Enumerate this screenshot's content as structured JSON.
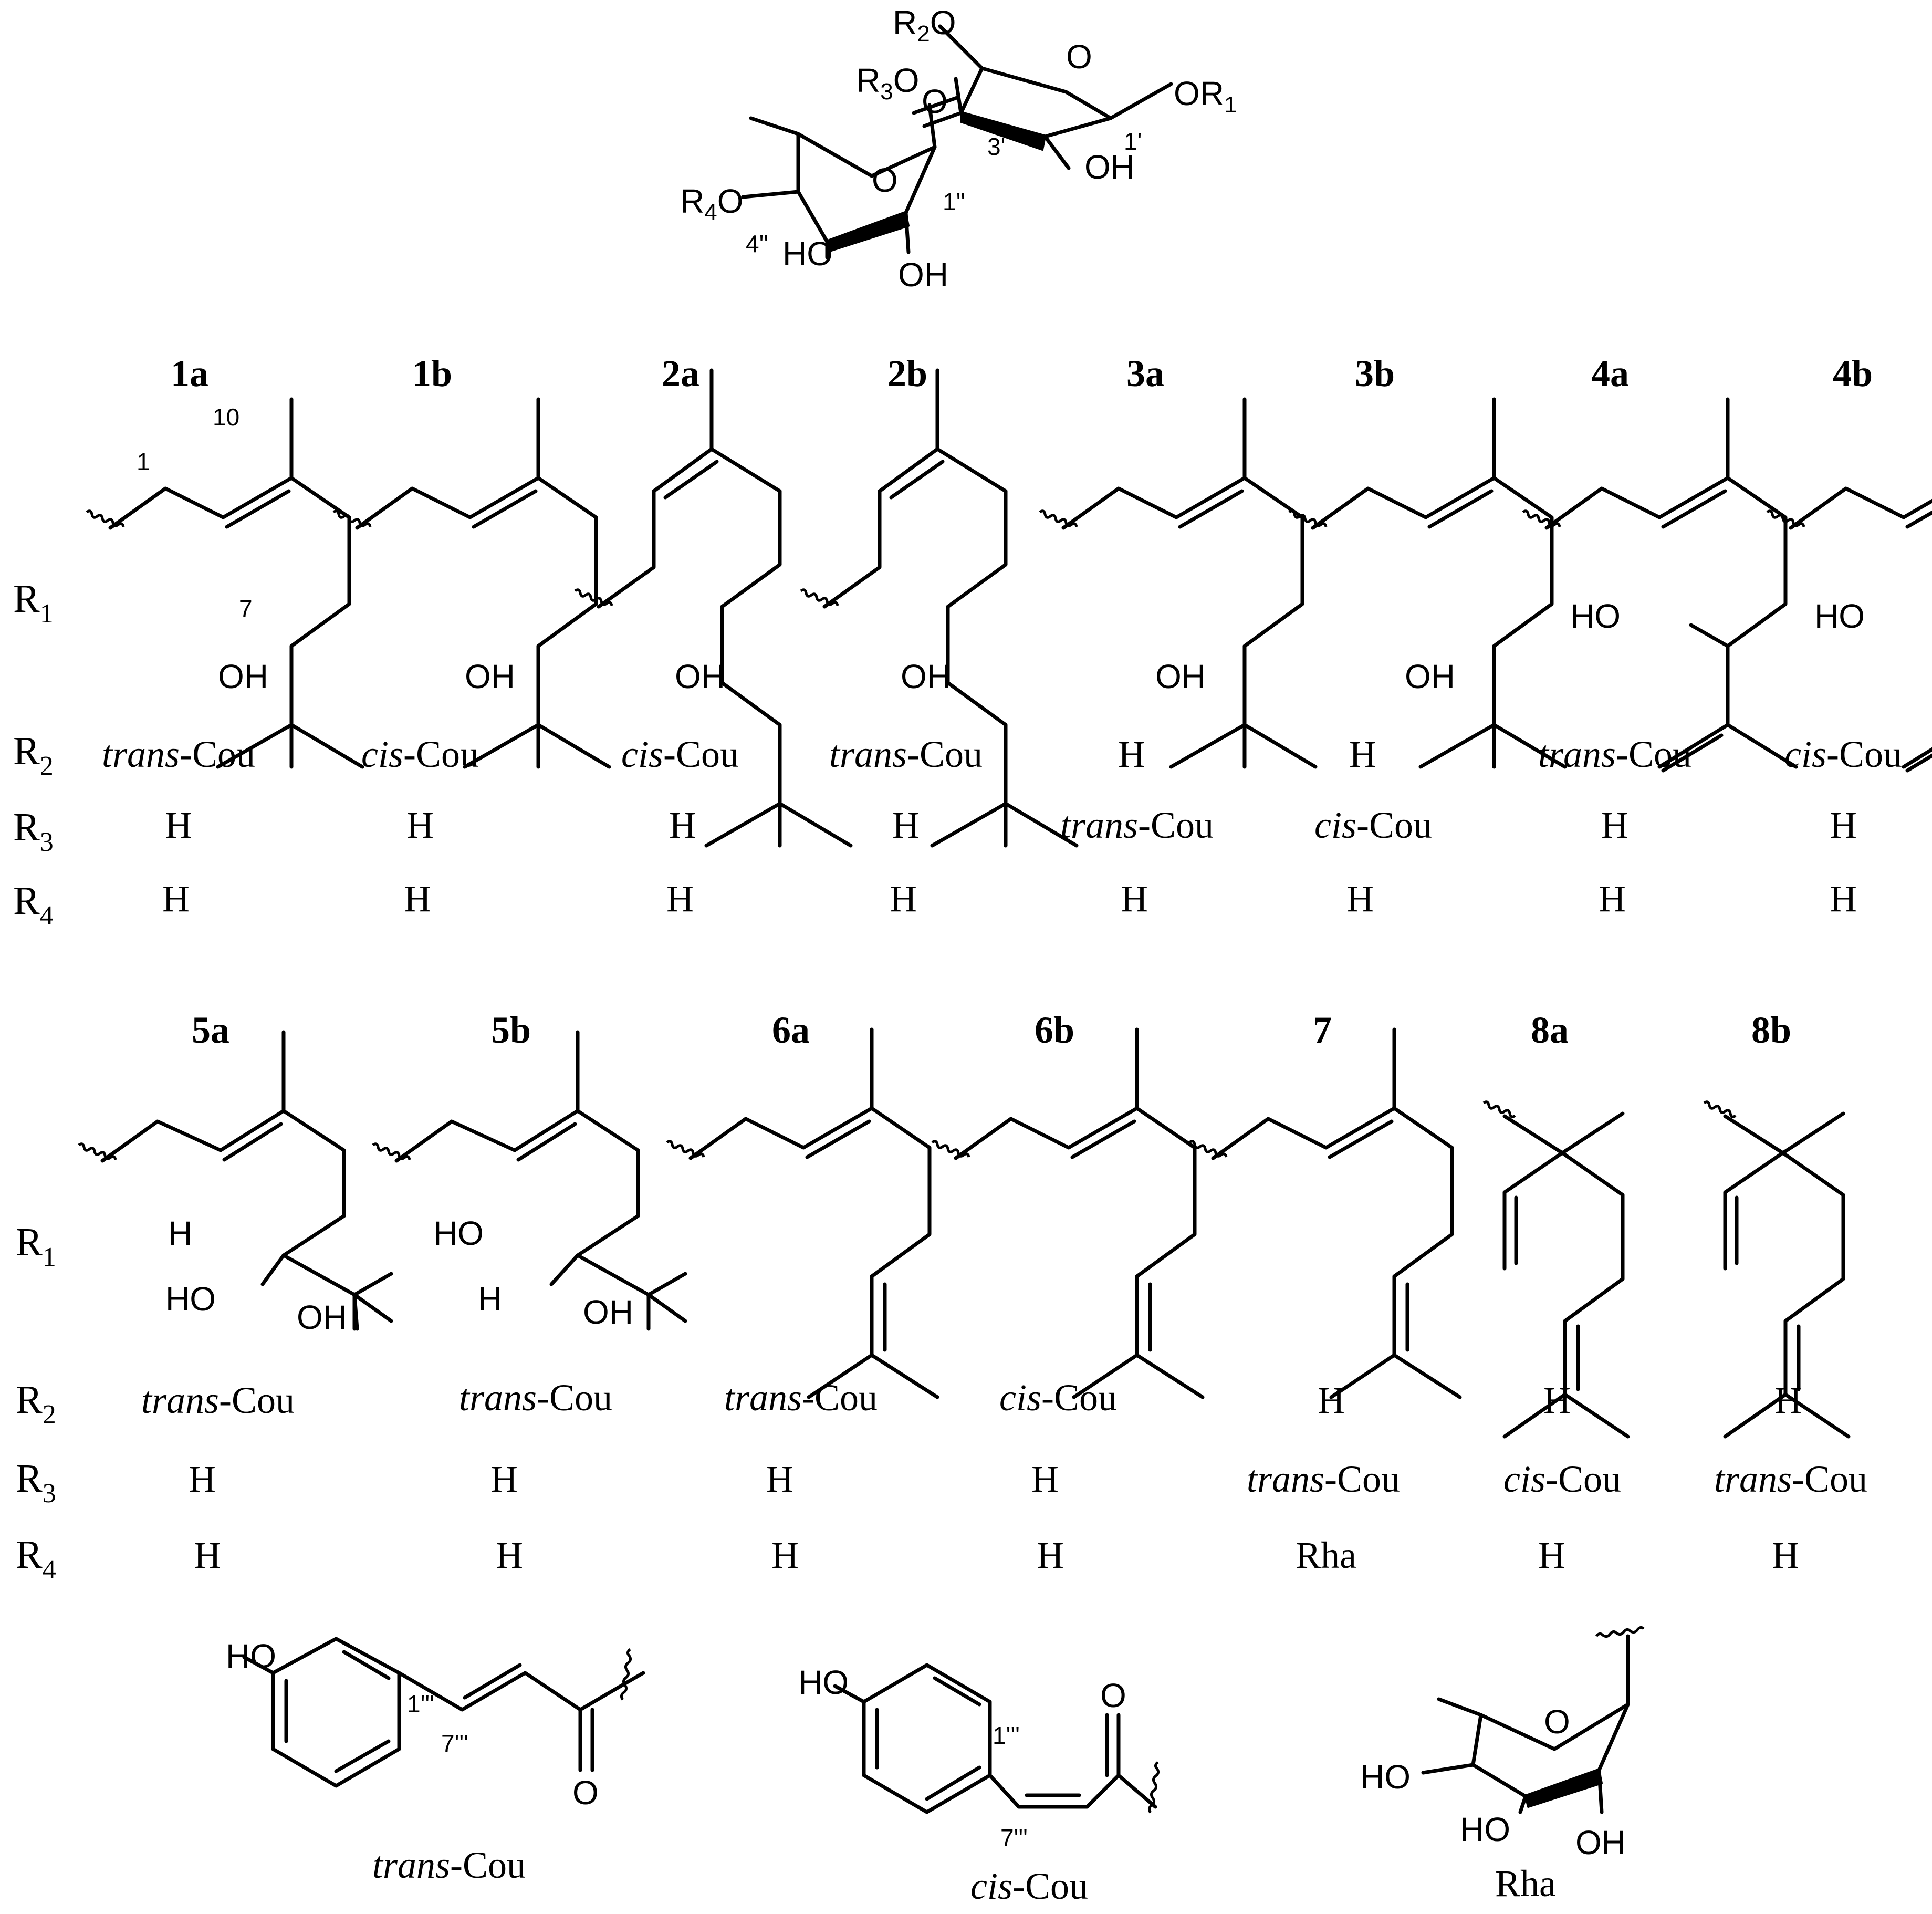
{
  "core": {
    "ring_o": "O",
    "r2o": "R2O",
    "r3o": "R3O",
    "link_o": "O",
    "or1": "OR1",
    "oh_glc": "OH",
    "label_1p": "1'",
    "label_3p": "3'",
    "rha_ring_o": "O",
    "label_1pp": "1''",
    "r4o": "R4O",
    "label_4pp": "4''",
    "ho": "HO",
    "oh_rha": "OH"
  },
  "row_labels": {
    "r1": "R1",
    "r2": "R2",
    "r3": "R3",
    "r4": "R4"
  },
  "numbering": {
    "c1": "1",
    "c10": "10",
    "c7": "7"
  },
  "compounds_row1": [
    {
      "id": "1a",
      "r2": "trans-Cou",
      "r3": "H",
      "r4": "H"
    },
    {
      "id": "1b",
      "r2": "cis-Cou",
      "r3": "H",
      "r4": "H"
    },
    {
      "id": "2a",
      "r2": "cis-Cou",
      "r3": "H",
      "r4": "H"
    },
    {
      "id": "2b",
      "r2": "trans-Cou",
      "r3": "H",
      "r4": "H"
    },
    {
      "id": "3a",
      "r2": "H",
      "r3": "trans-Cou",
      "r4": "H"
    },
    {
      "id": "3b",
      "r2": "H",
      "r3": "cis-Cou",
      "r4": "H"
    },
    {
      "id": "4a",
      "r2": "trans-Cou",
      "r3": "H",
      "r4": "H"
    },
    {
      "id": "4b",
      "r2": "cis-Cou",
      "r3": "H",
      "r4": "H"
    }
  ],
  "compounds_row2": [
    {
      "id": "5a",
      "r2": "trans-Cou",
      "r3": "H",
      "r4": "H"
    },
    {
      "id": "5b",
      "r2": "trans-Cou",
      "r3": "H",
      "r4": "H"
    },
    {
      "id": "6a",
      "r2": "trans-Cou",
      "r3": "H",
      "r4": "H"
    },
    {
      "id": "6b",
      "r2": "cis-Cou",
      "r3": "H",
      "r4": "H"
    },
    {
      "id": "7",
      "r2": "H",
      "r3": "trans-Cou",
      "r4": "Rha"
    },
    {
      "id": "8a",
      "r2": "H",
      "r3": "cis-Cou",
      "r4": "H"
    },
    {
      "id": "8b",
      "r2": "H",
      "r3": "trans-Cou",
      "r4": "H"
    }
  ],
  "atoms": {
    "oh": "OH",
    "ho": "HO",
    "h": "H",
    "o": "O"
  },
  "bottom": {
    "trans_cou": {
      "caption": "trans-Cou",
      "ho": "HO",
      "o": "O",
      "label_1ppp": "1'''",
      "label_7ppp": "7'''"
    },
    "cis_cou": {
      "caption": "cis-Cou",
      "ho": "HO",
      "o": "O",
      "label_1ppp": "1'''",
      "label_7ppp": "7'''"
    },
    "rha": {
      "caption": "Rha",
      "ho_left": "HO",
      "ho_mid": "HO",
      "oh": "OH",
      "o": "O"
    }
  }
}
